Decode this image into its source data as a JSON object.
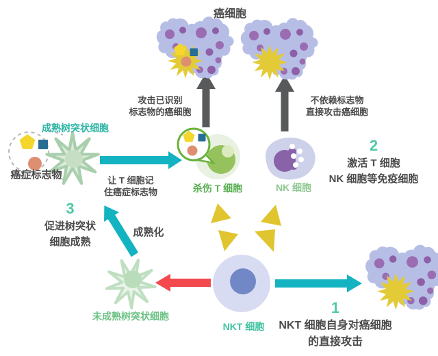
{
  "nodes": {
    "cancer_top_label": "癌细胞",
    "mature_dc_label": "成熟树突状细胞",
    "cancer_marker_label": "癌症标志物",
    "killer_t_label": "杀伤 T 细胞",
    "nk_label": "NK 细胞",
    "immature_dc_label": "未成熟树突状细胞",
    "nkt_label": "NKT 细胞"
  },
  "annotations": {
    "attack_marked": {
      "line1": "攻击已识别",
      "line2": "标志物的癌细胞"
    },
    "attack_direct": {
      "line1": "不依赖标志物",
      "line2": "直接攻击癌细胞"
    },
    "remember": {
      "line1": "让 T 细胞记",
      "line2": "住癌症标志物"
    },
    "maturation": "成熟化"
  },
  "steps": {
    "step1": {
      "num": "1",
      "line1": "NKT 细胞自身对癌细胞",
      "line2": "的直接攻击"
    },
    "step2": {
      "num": "2",
      "line1": "激活 T 细胞",
      "line2": "NK 细胞等免疫细胞"
    },
    "step3": {
      "num": "3",
      "line1": "促进树突状",
      "line2": "细胞成熟"
    }
  },
  "palette": {
    "teal_arrow": "#14b3c1",
    "red_arrow": "#f2484e",
    "gray_arrow": "#58595b",
    "mint_number": "#52c8a8",
    "dark_text": "#4a4a4a",
    "cancer_blob": "#b7bee6",
    "cancer_granule": "#9a6db2",
    "burst_yellow": "#e3cb37",
    "spark_yellow": "#e0c52f",
    "marker_pentagon": "#f4d62c",
    "marker_square": "#276d94",
    "marker_circle": "#de8f71",
    "dc_fill": "#dcebdb",
    "dc_stroke": "#a9cfad",
    "killer_t_inner": "#95c25d",
    "killer_t_outer": "#e9f1e2",
    "bubble_stroke": "#6ab23c",
    "nk_blob": "#cdd1ea",
    "nk_purple": "#8a62a8",
    "nkt_outer": "#d8dcf2",
    "nkt_inner": "#7287c6"
  }
}
